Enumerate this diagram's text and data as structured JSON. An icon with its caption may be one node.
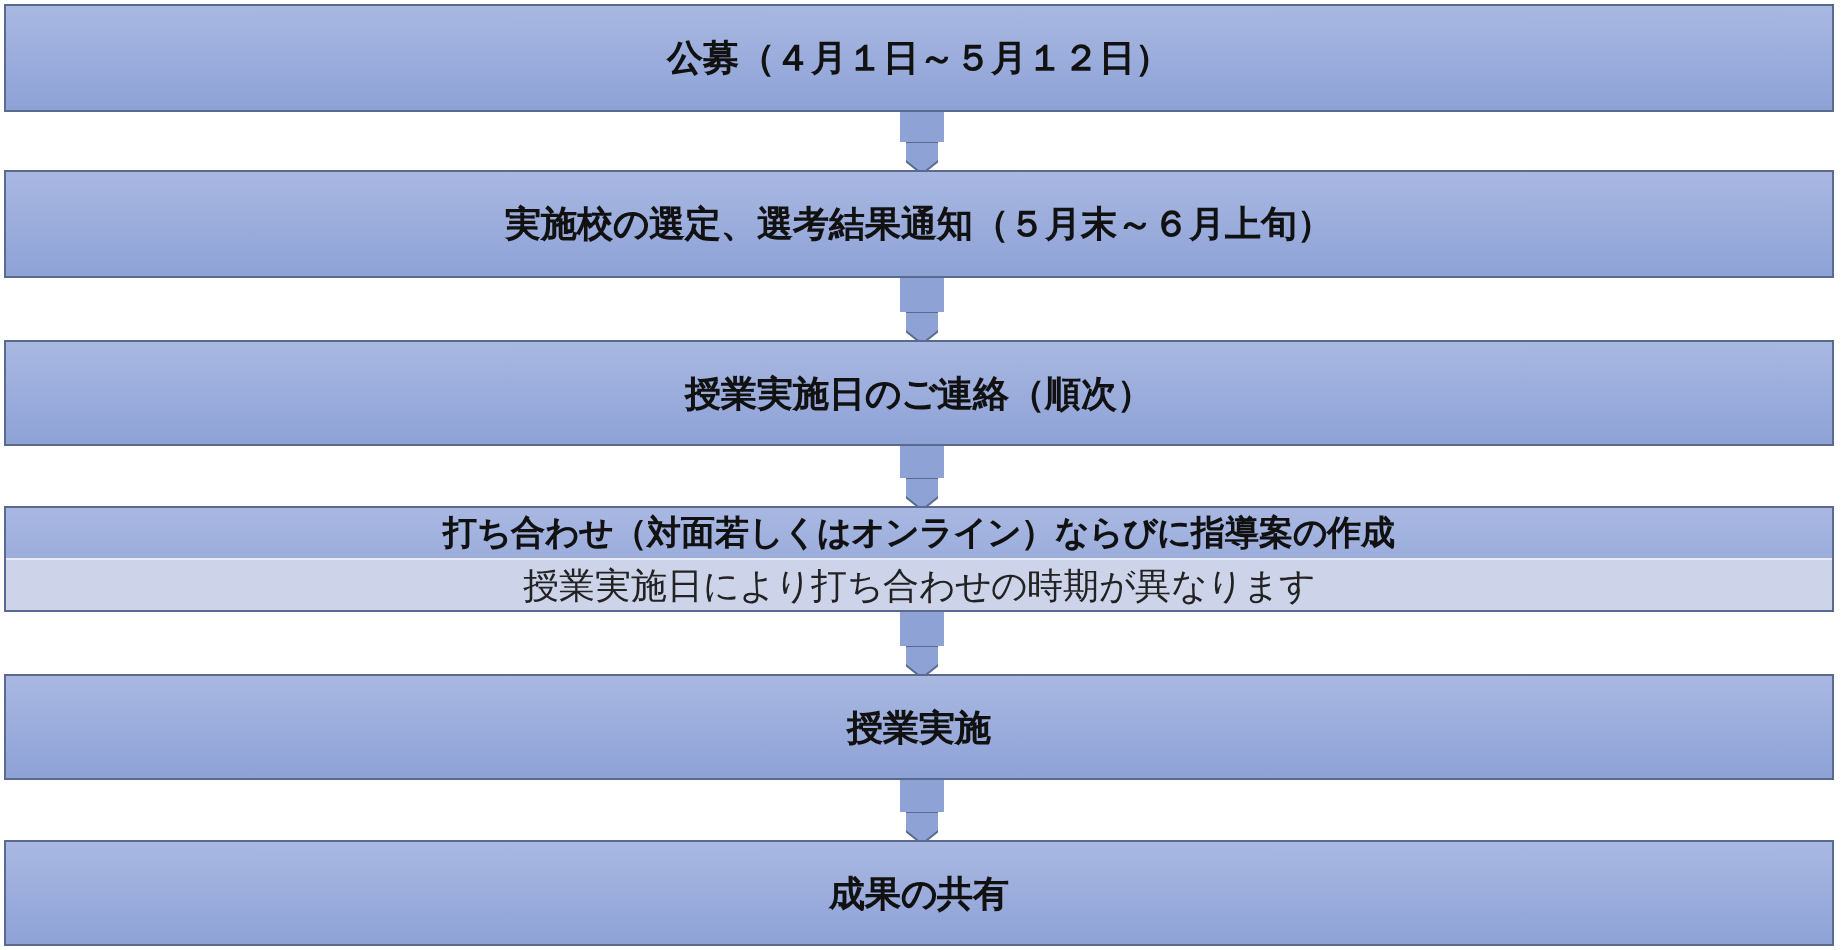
{
  "diagram": {
    "nodes": [
      {
        "text": [
          "公募（４月１日～５月１２日）"
        ]
      },
      {
        "text": [
          "実施校の選定、選考結果通知（５月末～６月上旬）"
        ]
      },
      {
        "text": [
          "授業実施日のご連絡（順次）"
        ]
      },
      {
        "text": [
          "打ち合わせ（対面若しくはオンライン）ならびに指導案の作成",
          "授業実施日により打ち合わせの時期が異なります"
        ]
      },
      {
        "text": [
          "授業実施"
        ]
      },
      {
        "text": [
          "成果の共有"
        ]
      }
    ],
    "edges": [
      {
        "from": 0,
        "to": 1,
        "arrow": "to"
      },
      {
        "from": 1,
        "to": 2,
        "arrow": "to"
      },
      {
        "from": 2,
        "to": 3,
        "arrow": "to"
      },
      {
        "from": 3,
        "to": 4,
        "arrow": "to"
      },
      {
        "from": 4,
        "to": 5,
        "arrow": "to"
      }
    ]
  }
}
